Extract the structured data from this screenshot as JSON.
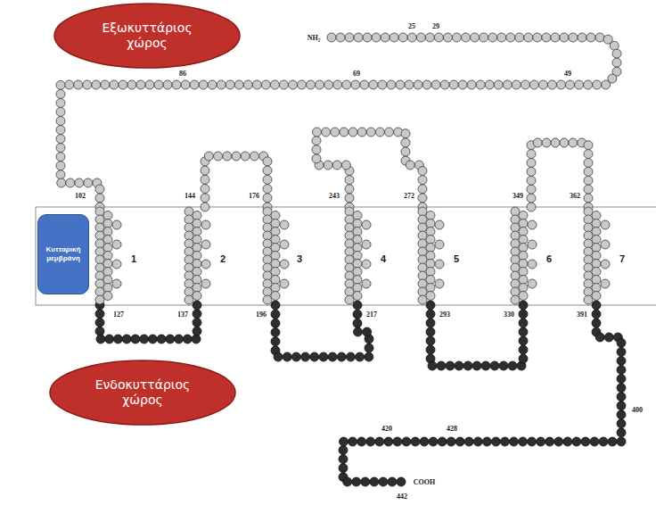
{
  "diagram": {
    "nodes": [
      {
        "text": [
          "Εξωκυττάριος χώρος"
        ]
      },
      {
        "text": [
          "Κυτταρική μεμβράνη"
        ]
      },
      {
        "text": [
          "Ενδοκυττάριος χώρος"
        ]
      }
    ],
    "labels": [
      "NH₂",
      "25",
      "29",
      "86",
      "69",
      "49",
      "102",
      "144",
      "176",
      "243",
      "272",
      "349",
      "362",
      "1",
      "2",
      "3",
      "4",
      "5",
      "6",
      "7",
      "127",
      "137",
      "196",
      "217",
      "293",
      "330",
      "391",
      "400",
      "420",
      "428",
      "COOH",
      "442"
    ]
  }
}
